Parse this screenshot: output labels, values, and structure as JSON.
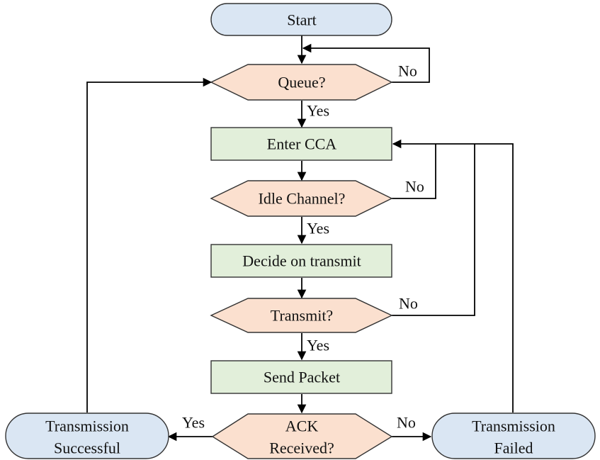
{
  "colors": {
    "terminal_fill": "#dae6f3",
    "decision_fill": "#fbe0cf",
    "process_fill": "#e2efda",
    "stroke": "#333333",
    "edge": "#000000"
  },
  "nodes": {
    "start": "Start",
    "queue": "Queue?",
    "enter_cca": "Enter CCA",
    "idle_channel": "Idle Channel?",
    "decide_transmit": "Decide on transmit",
    "transmit": "Transmit?",
    "send_packet": "Send Packet",
    "ack_line1": "ACK",
    "ack_line2": "Received?",
    "success_line1": "Transmission",
    "success_line2": "Successful",
    "failed_line1": "Transmission",
    "failed_line2": "Failed"
  },
  "edge_labels": {
    "queue_no": "No",
    "queue_yes": "Yes",
    "idle_no": "No",
    "idle_yes": "Yes",
    "transmit_no": "No",
    "transmit_yes": "Yes",
    "ack_yes": "Yes",
    "ack_no": "No"
  }
}
